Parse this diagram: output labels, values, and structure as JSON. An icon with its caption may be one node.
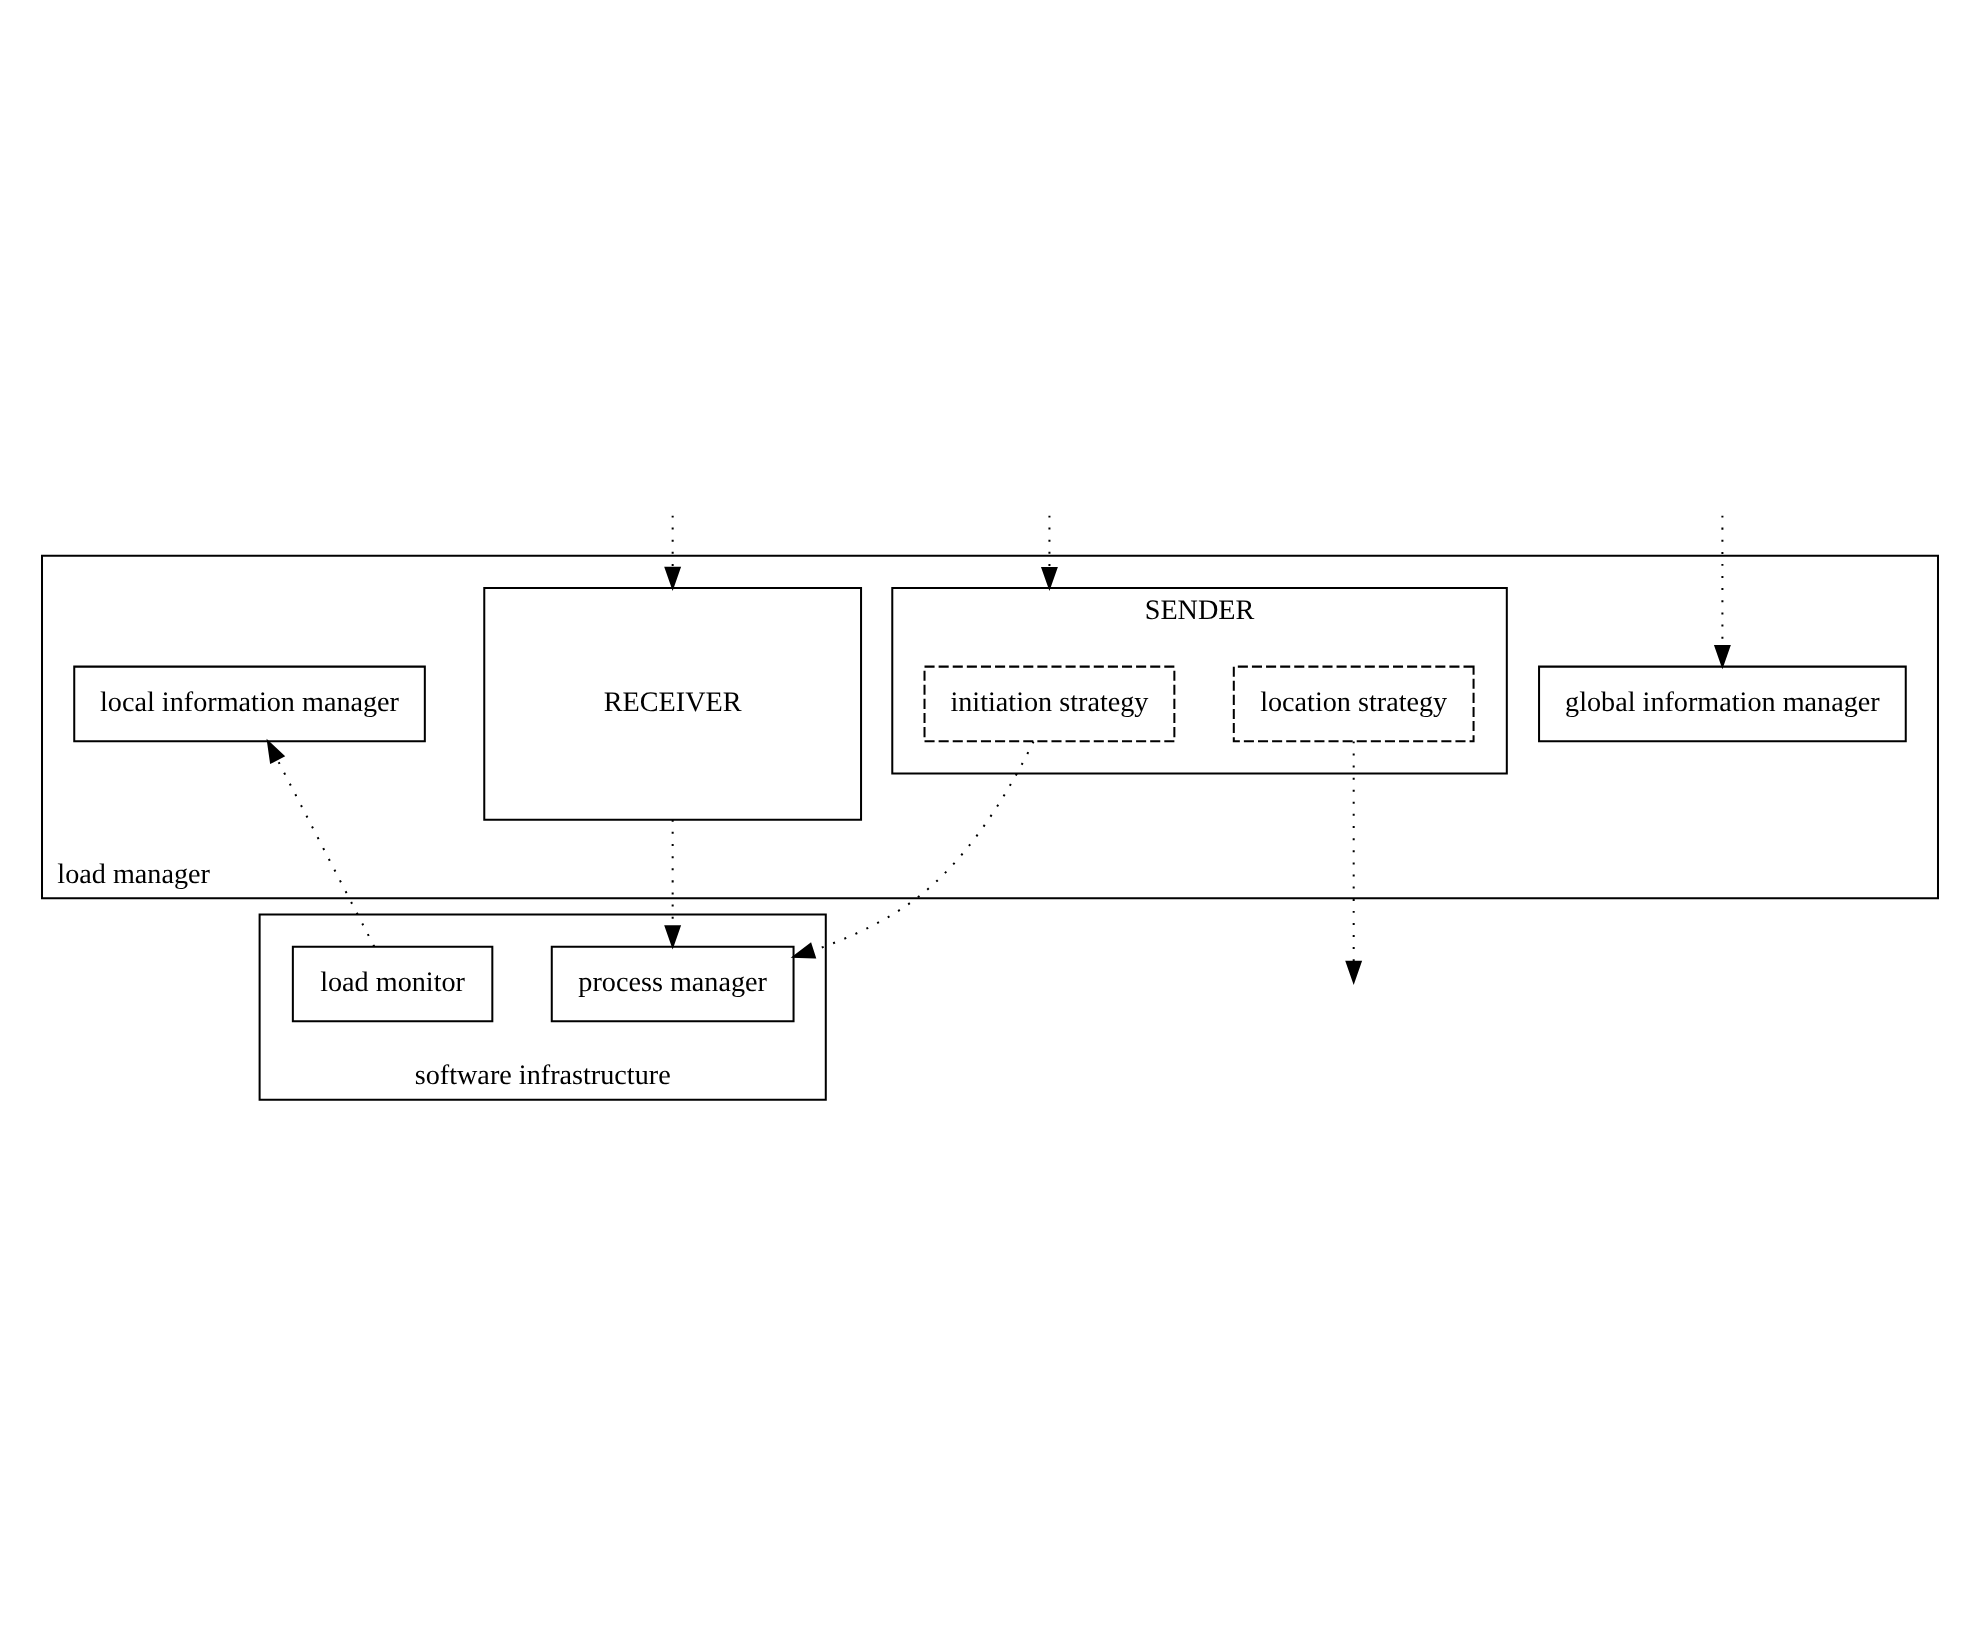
{
  "diagram": {
    "nodes": [
      {
        "text": [
          "load manager"
        ]
      },
      {
        "text": [
          "SENDER"
        ],
        "in": 0
      },
      {
        "text": [
          "initiation strategy"
        ],
        "in": 1
      },
      {
        "text": [
          "location strategy"
        ],
        "in": 1
      },
      {
        "text": [
          "RECEIVER"
        ],
        "in": 0
      },
      {
        "text": [
          "local information manager"
        ],
        "in": 0
      },
      {
        "text": [
          "global information manager"
        ],
        "in": 0
      },
      {
        "text": [
          "software infrastructure"
        ]
      },
      {
        "text": [
          "process manager"
        ],
        "in": 7
      },
      {
        "text": [
          "load monitor"
        ],
        "in": 7
      }
    ],
    "edges": [
      {
        "from": null,
        "to": 1,
        "arrow": "to"
      },
      {
        "from": null,
        "to": 4,
        "arrow": "to"
      },
      {
        "from": 3,
        "to": null,
        "arrow": "to"
      },
      {
        "from": null,
        "to": 6,
        "arrow": "to"
      },
      {
        "from": 2,
        "to": 8,
        "arrow": "to"
      },
      {
        "from": 4,
        "to": 8,
        "arrow": "to"
      },
      {
        "from": 9,
        "to": 5,
        "arrow": "to"
      }
    ]
  }
}
